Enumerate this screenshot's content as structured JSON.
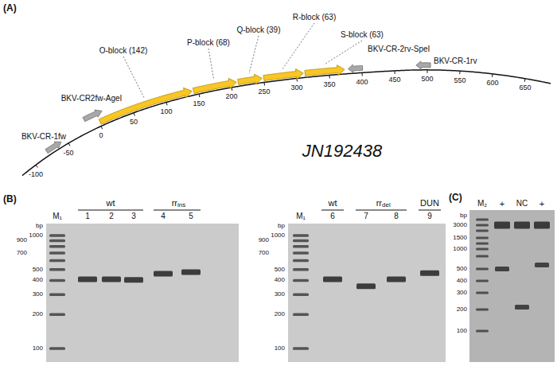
{
  "diagram": {
    "labels": [
      "(A)",
      "O-block (142)",
      "P-block (68)",
      "Q-block (39)",
      "R-block (63)",
      "S-block (63)",
      "BKV-CR-2rv-SpeI",
      "BKV-CR-1rv",
      "BKV-CR2fw-AgeI",
      "BKV-CR-1fw",
      "JN192438",
      "-100",
      "-50",
      "0",
      "50",
      "100",
      "150",
      "200",
      "250",
      "300",
      "350",
      "400",
      "450",
      "500",
      "550",
      "600",
      "650",
      "(B)",
      "bp",
      "1000",
      "900",
      "700",
      "500",
      "400",
      "300",
      "200",
      "100",
      "M₁",
      "wt",
      "1",
      "2",
      "3",
      "rr",
      "ins",
      "4",
      "5",
      "bp",
      "1000",
      "900",
      "700",
      "500",
      "400",
      "300",
      "200",
      "100",
      "M₁",
      "wt",
      "6",
      "rr",
      "del",
      "7",
      "8",
      "DUN",
      "9",
      "(C)",
      "M₂",
      "+",
      "NC",
      "+",
      "bp",
      "3000",
      "1500",
      "1000",
      "500",
      "400",
      "300",
      "200",
      "100"
    ]
  }
}
